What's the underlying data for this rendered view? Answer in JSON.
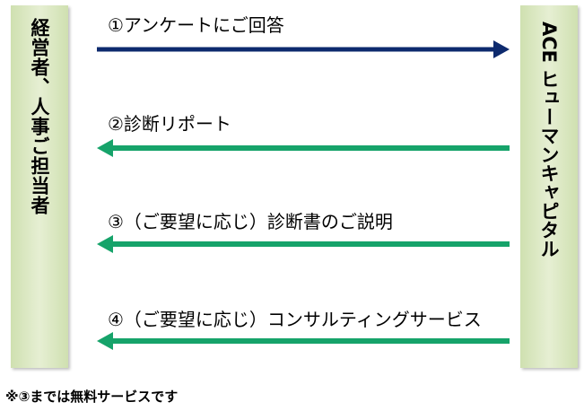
{
  "left_party": {
    "label": "経営者、人事ご担当者"
  },
  "right_party": {
    "label": "ACE ヒューマンキャピタル"
  },
  "steps": [
    {
      "label": "①アンケートにご回答",
      "direction": "to-right",
      "color": "#0d2a6e"
    },
    {
      "label": "②診断リポート",
      "direction": "to-left",
      "color": "#16a36a"
    },
    {
      "label": "③（ご要望に応じ）診断書のご説明",
      "direction": "to-left",
      "color": "#16a36a"
    },
    {
      "label": "④（ご要望に応じ）コンサルティングサービス",
      "direction": "to-left",
      "color": "#16a36a"
    }
  ],
  "footnote": "※③までは無料サービスです",
  "colors": {
    "panel_fill": "#d9e7c2",
    "forward_arrow": "#0d2a6e",
    "return_arrow": "#16a36a"
  }
}
